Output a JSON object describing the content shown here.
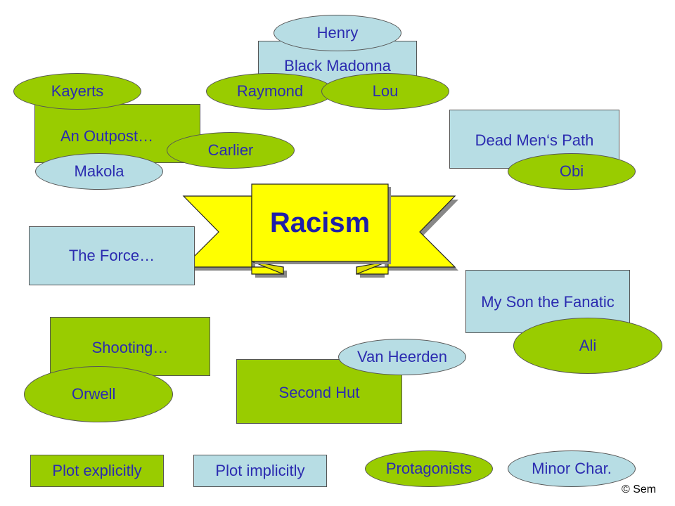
{
  "title": "Racism",
  "colors": {
    "explicit_plot_box": "#99cc00",
    "implicit_plot_box": "#b7dde4",
    "banner": "#ffff00",
    "text": "#2b2bb0"
  },
  "stories": {
    "black_madonna": "Black Madonna",
    "an_outpost": "An Outpost…",
    "dead_mens_path": "Dead Men‘s Path",
    "the_force": "The Force…",
    "my_son_the_fanatic": "My Son the Fanatic",
    "shooting": "Shooting…",
    "second_hut": "Second Hut"
  },
  "characters": {
    "henry": "Henry",
    "kayerts": "Kayerts",
    "raymond": "Raymond",
    "lou": "Lou",
    "carlier": "Carlier",
    "makola": "Makola",
    "obi": "Obi",
    "ali": "Ali",
    "van_heerden": "Van Heerden",
    "orwell": "Orwell"
  },
  "legend": {
    "plot_explicitly": "Plot explicitly",
    "plot_implicitly": "Plot implicitly",
    "protagonists": "Protagonists",
    "minor_char": "Minor Char."
  },
  "copyright": "© Sem"
}
